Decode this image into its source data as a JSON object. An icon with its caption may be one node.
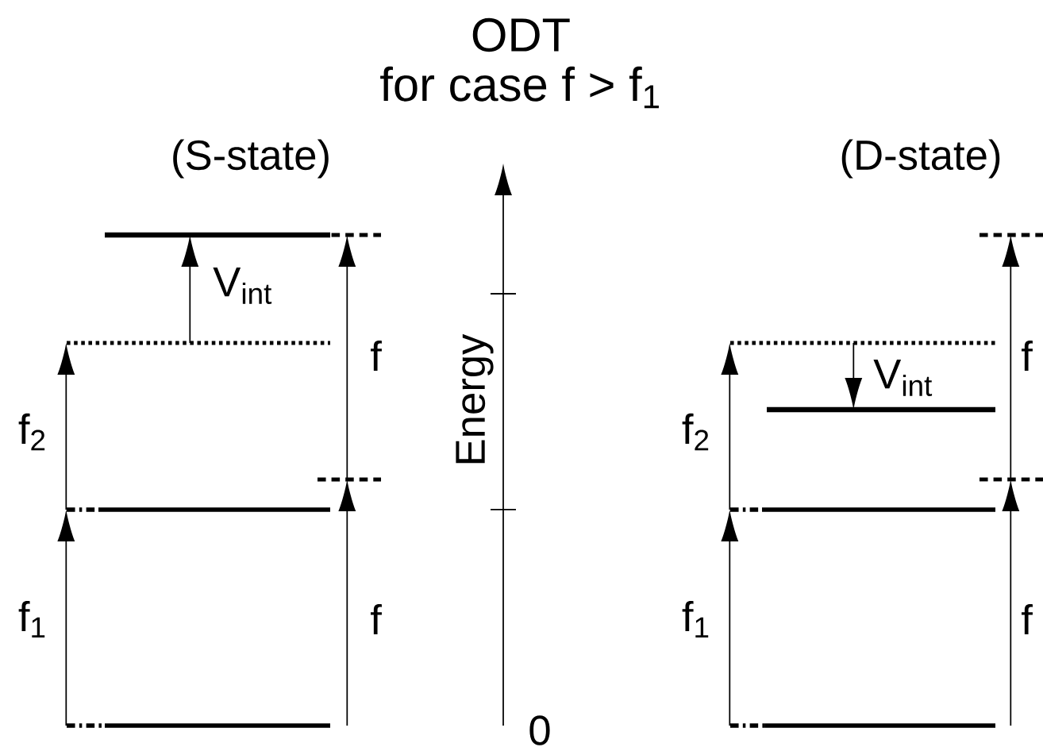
{
  "diagram": {
    "title": "ODT",
    "nodes": [
      {
        "text": [],
        "shape": "bar"
      },
      {
        "text": [],
        "shape": "bar"
      },
      {
        "text": [],
        "shape": "bar"
      },
      {
        "text": [],
        "shape": "bar"
      },
      {
        "text": [],
        "shape": "bar"
      },
      {
        "text": [],
        "shape": "bar"
      },
      {
        "text": [],
        "shape": "bar"
      },
      {
        "text": [],
        "shape": "bar"
      },
      {
        "text": [],
        "shape": "bar"
      },
      {
        "text": [],
        "shape": "bar"
      },
      {
        "text": [],
        "shape": "bar"
      },
      {
        "text": [],
        "shape": "bar"
      }
    ],
    "edges": [
      {
        "from": 0,
        "to": 1,
        "arrow": "to",
        "label": "f$_{1}$"
      },
      {
        "from": 1,
        "to": 3,
        "arrow": "to",
        "label": "f$_{2}$"
      },
      {
        "from": 3,
        "to": 4,
        "arrow": "to",
        "label": "V$_{int}$"
      },
      {
        "from": 0,
        "to": 2,
        "arrow": "to",
        "label": "f"
      },
      {
        "from": 2,
        "to": 5,
        "arrow": "to",
        "label": "f"
      },
      {
        "from": 6,
        "to": 7,
        "arrow": "to",
        "label": "f$_{1}$"
      },
      {
        "from": 7,
        "to": 9,
        "arrow": "to",
        "label": "f$_{2}$"
      },
      {
        "from": 9,
        "to": 10,
        "arrow": "to",
        "label": "V$_{int}$"
      },
      {
        "from": 6,
        "to": 8,
        "arrow": "to",
        "label": "f"
      },
      {
        "from": 8,
        "to": 11,
        "arrow": "to",
        "label": "f"
      }
    ],
    "labels": [
      "for case f > f$_{1}$",
      "(S-state)",
      "(D-state)",
      "Energy",
      "0"
    ]
  }
}
